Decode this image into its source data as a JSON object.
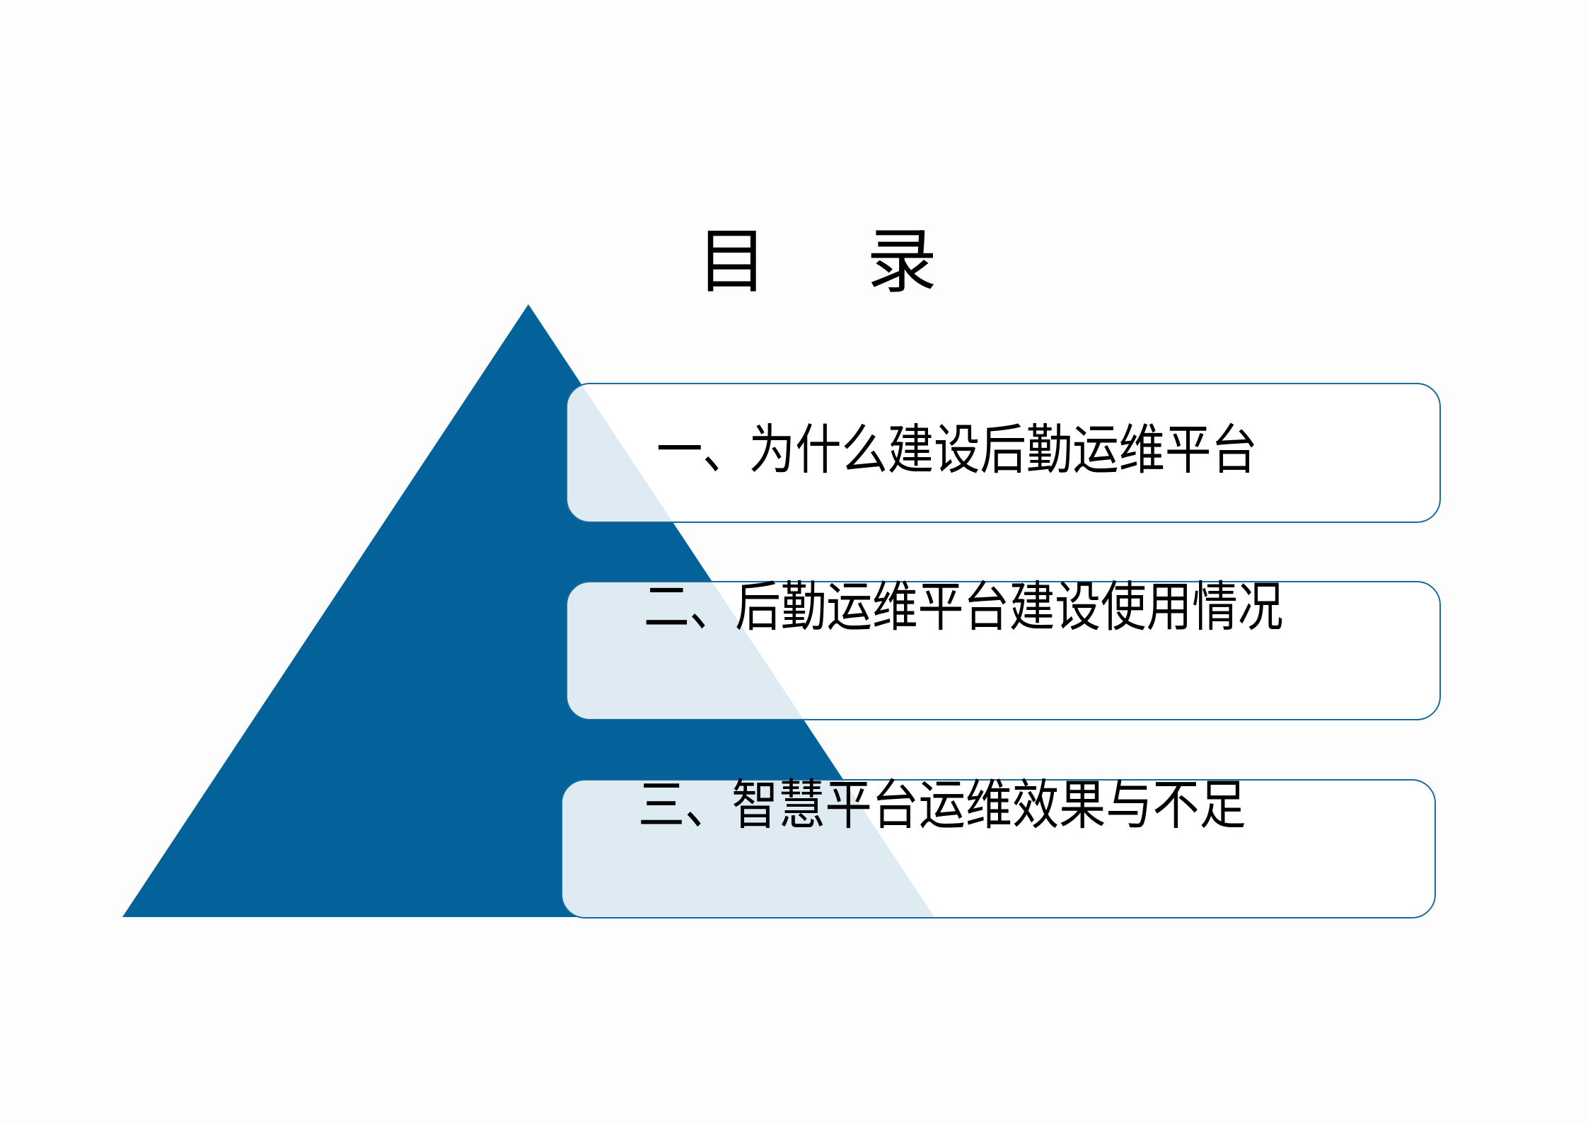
{
  "slide": {
    "title_chars": [
      "目",
      "录"
    ],
    "accent_color": "#03629a",
    "box_fill": "rgba(255,255,255,0.875)",
    "items": [
      {
        "label": "一、为什么建设后勤运维平台"
      },
      {
        "label": "二、后勤运维平台建设使用情况"
      },
      {
        "label": "三、智慧平台运维效果与不足"
      }
    ]
  }
}
